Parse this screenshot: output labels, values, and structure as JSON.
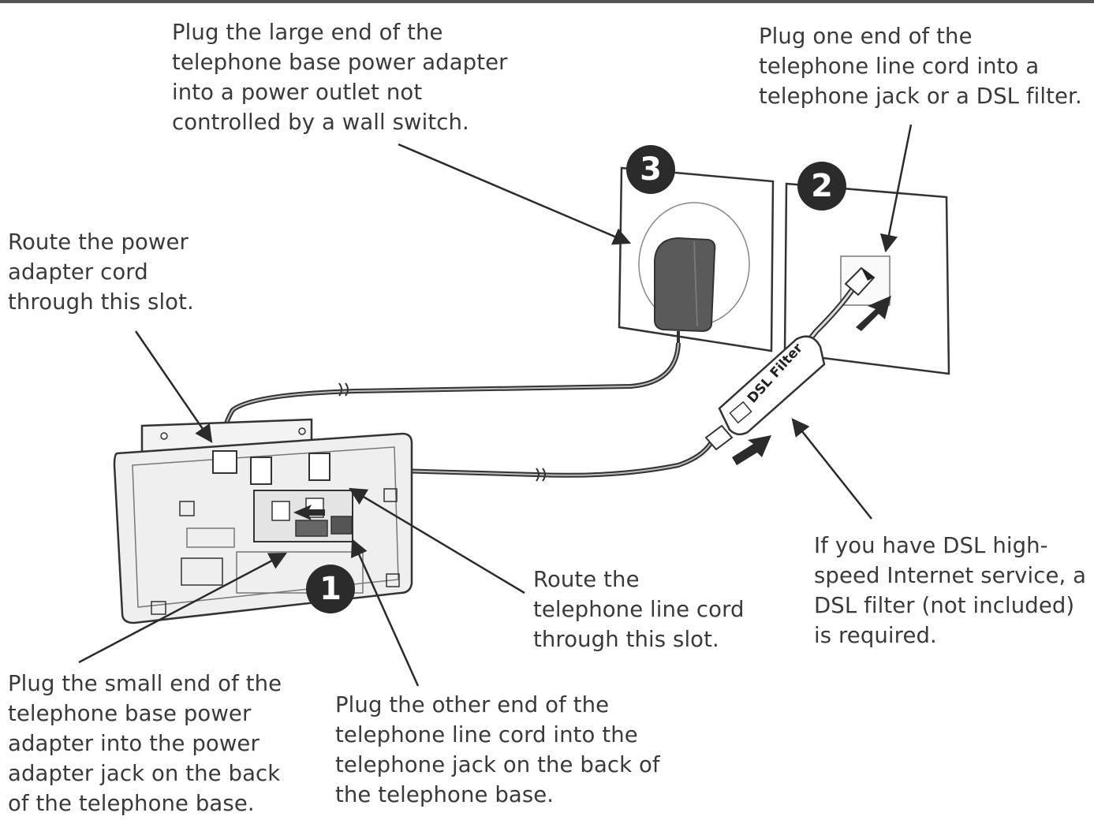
{
  "captions": {
    "step3_power_outlet": "Plug the large end of the\ntelephone base power adapter\ninto a power outlet not\ncontrolled by a wall switch.",
    "step2_phone_jack": "Plug one end of the\ntelephone line cord into a\ntelephone jack or a DSL filter.",
    "route_power_cord": "Route the power\nadapter cord\nthrough this slot.",
    "dsl_required": "If you have DSL high-\nspeed Internet service, a\nDSL filter (not included)\nis required.",
    "route_line_cord": "Route the\ntelephone line cord\nthrough this slot.",
    "plug_small_end": "Plug the small end of the\ntelephone base power\nadapter into the power\nadapter jack on the back\nof the telephone base.",
    "plug_other_end": "Plug the other end of the\ntelephone line cord into the\ntelephone jack on the back of\nthe telephone base."
  },
  "badges": {
    "step1": "1",
    "step2": "2",
    "step3": "3"
  },
  "dsl_filter_label": "DSL Filter",
  "colors": {
    "ink": "#2b2b2b",
    "text": "#3a3a3a",
    "device": "#eeeeee",
    "adapter": "#555555"
  }
}
